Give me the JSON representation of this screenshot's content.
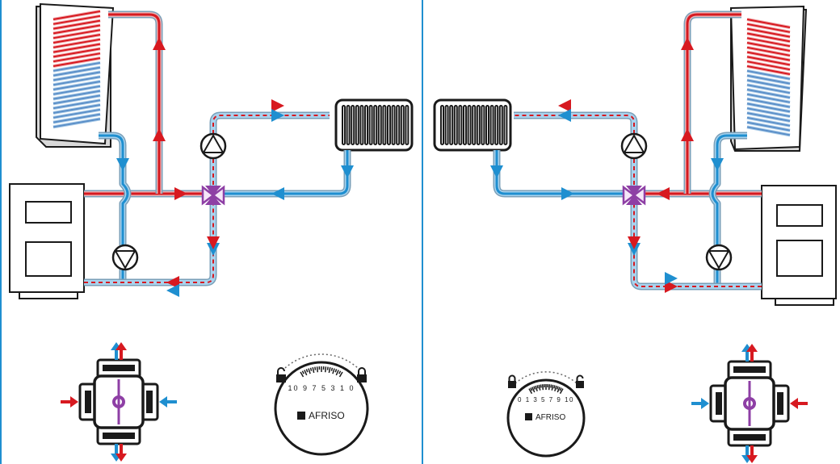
{
  "colors": {
    "hot": "#d71920",
    "cold": "#1f8fd0",
    "divider": "#1f8fd0",
    "valve": "#8e3fa5",
    "outline": "#1a1a1a",
    "tank_face": "#ffffff",
    "tank_shadow": "#d9d9d9",
    "background": "#ffffff"
  },
  "panels": [
    {
      "side": "left",
      "dial": {
        "brand": "AFRISO",
        "scale": "10 9 7 5 3 1 0"
      }
    },
    {
      "side": "right",
      "dial": {
        "brand": "AFRISO",
        "scale": "0 1 3 5 7 9 10"
      }
    }
  ],
  "icons": [
    "storage-tank-icon",
    "boiler-icon",
    "radiator-icon",
    "pump-icon",
    "mixing-valve-icon",
    "padlock-open-icon",
    "padlock-closed-icon",
    "valve-body-icon",
    "rotary-dial-icon",
    "flow-arrow-icon"
  ]
}
